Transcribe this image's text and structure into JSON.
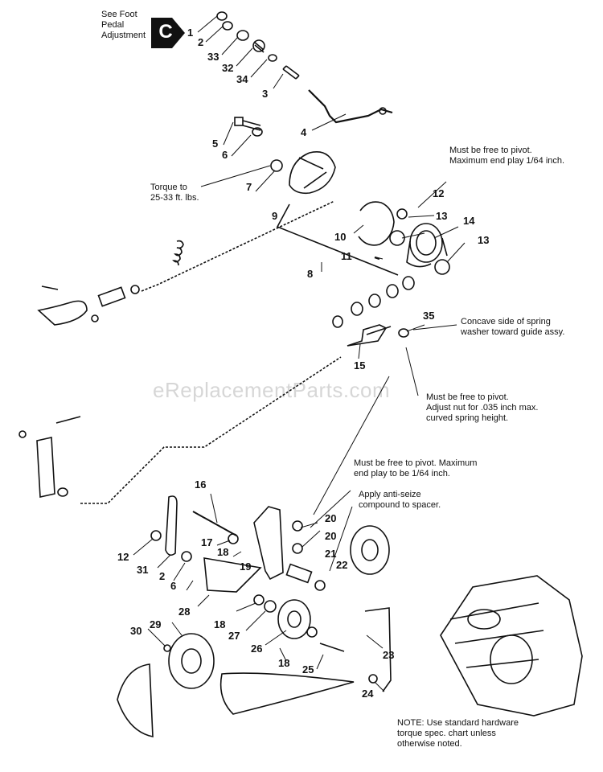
{
  "badge": {
    "letter": "C"
  },
  "watermark": "eReplacementParts.com",
  "notes": {
    "foot_pedal": "See Foot\nPedal\nAdjustment",
    "free_pivot_top": "Must be free to pivot.\nMaximum end play 1/64 inch.",
    "torque": "Torque to\n25-33 ft. lbs.",
    "concave": "Concave side of spring\nwasher toward guide assy.",
    "free_pivot_nut": "Must be free to pivot.\nAdjust nut for .035 inch max.\ncurved spring height.",
    "free_pivot_lower": "Must be free to pivot. Maximum\nend play to be 1/64 inch.",
    "anti_seize": "Apply anti-seize\ncompound to spacer.",
    "hardware": "NOTE: Use standard hardware\ntorque spec. chart unless\notherwise noted."
  },
  "callouts": [
    "1",
    "2",
    "33",
    "32",
    "34",
    "3",
    "4",
    "5",
    "6",
    "7",
    "9",
    "12",
    "13",
    "14",
    "13",
    "10",
    "11",
    "8",
    "35",
    "15",
    "16",
    "20",
    "20",
    "21",
    "22",
    "12",
    "31",
    "17",
    "18",
    "19",
    "2",
    "6",
    "28",
    "18",
    "27",
    "26",
    "29",
    "30",
    "18",
    "25",
    "23",
    "24"
  ],
  "colors": {
    "ink": "#111111",
    "background": "#ffffff"
  }
}
